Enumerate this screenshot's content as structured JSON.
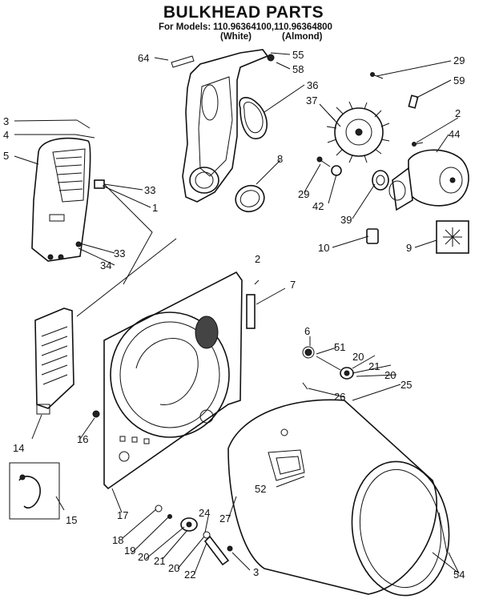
{
  "title": "BULKHEAD PARTS",
  "models_prefix": "For Models:",
  "model_white": "110.96364100,",
  "model_almond": "110.96364800",
  "color_white": "(White)",
  "color_almond": "(Almond)",
  "callouts": [
    "64",
    "55",
    "58",
    "36",
    "37",
    "29",
    "59",
    "2",
    "44",
    "3",
    "4",
    "5",
    "33",
    "1",
    "8",
    "29",
    "42",
    "39",
    "10",
    "9",
    "33",
    "34",
    "2",
    "7",
    "6",
    "51",
    "20",
    "21",
    "20",
    "26",
    "25",
    "14",
    "16",
    "52",
    "15",
    "17",
    "18",
    "19",
    "20",
    "21",
    "20",
    "22",
    "24",
    "3",
    "27",
    "54"
  ]
}
